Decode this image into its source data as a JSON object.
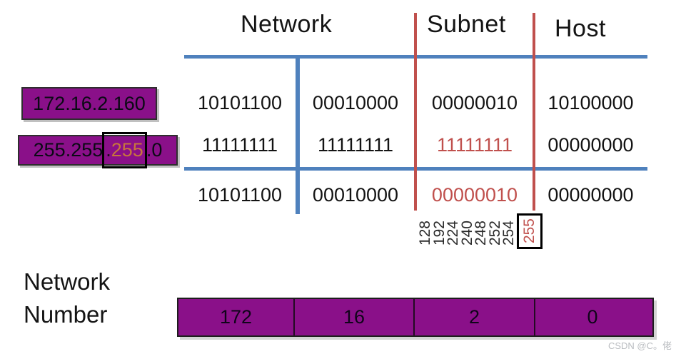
{
  "header": {
    "network": "Network",
    "subnet": "Subnet",
    "host": "Host"
  },
  "left_panel": {
    "ip": "172.16.2.160",
    "mask_prefix": "255.255",
    "mask_dot": ".",
    "mask_highlight": "255",
    "mask_suffix": ".0"
  },
  "binary_table": {
    "rows": [
      {
        "name": "ip-binary",
        "octets": [
          "10101100",
          "00010000",
          "00000010",
          "10100000"
        ]
      },
      {
        "name": "mask-binary",
        "octets": [
          "11111111",
          "11111111",
          "11111111",
          "00000000"
        ]
      },
      {
        "name": "result-binary",
        "octets": [
          "10101100",
          "00010000",
          "00000010",
          "00000000"
        ]
      }
    ]
  },
  "subnet_values": {
    "items": [
      "128",
      "192",
      "224",
      "240",
      "248",
      "252",
      "254",
      "255"
    ],
    "highlighted_value": "255"
  },
  "network_number": {
    "label_line1": "Network",
    "label_line2": "Number",
    "octets": [
      "172",
      "16",
      "2",
      "0"
    ]
  },
  "watermark": "CSDN @C。佬",
  "colors": {
    "purple": "#8A1089",
    "blue_line": "#4F81BD",
    "red_line": "#C0504D",
    "red_text": "#C0504D",
    "mask_highlight_orange": "#C8763C",
    "watermark_gray": "#B9BCC0"
  }
}
